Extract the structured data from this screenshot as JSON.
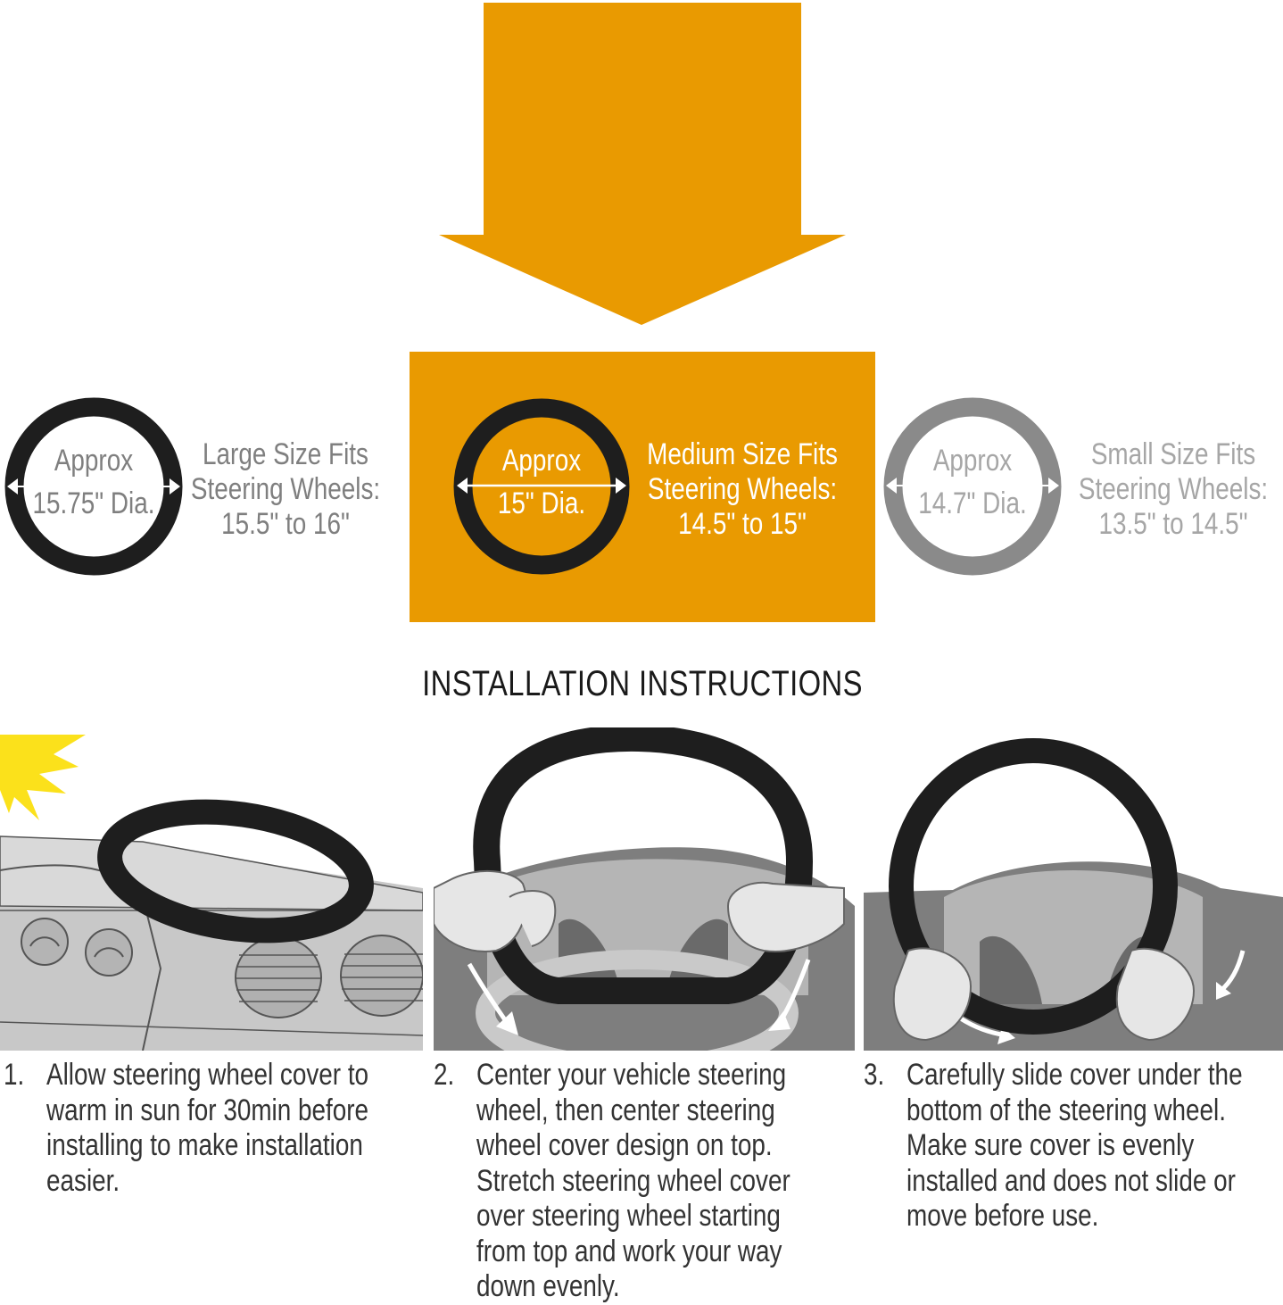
{
  "colors": {
    "accent_orange": "#e99a01",
    "ring_black": "#1e1e1e",
    "ring_gray": "#8a8a8a",
    "label_gray": "#7f7f7f",
    "light_gray_text": "#a6a6a6",
    "sun_yellow": "#fbe11b"
  },
  "sizes": {
    "large": {
      "ring_line1": "Approx",
      "ring_line2": "15.75\" Dia.",
      "fit_lines": [
        "Large Size Fits",
        "Steering Wheels:",
        "15.5\" to 16\""
      ]
    },
    "medium": {
      "ring_line1": "Approx",
      "ring_line2": "15\" Dia.",
      "fit_lines": [
        "Medium Size Fits",
        "Steering Wheels:",
        "14.5\" to 15\""
      ]
    },
    "small": {
      "ring_line1": "Approx",
      "ring_line2": "14.7\" Dia.",
      "fit_lines": [
        "Small Size Fits",
        "Steering Wheels:",
        "13.5\" to 14.5\""
      ]
    }
  },
  "instructions": {
    "title": "INSTALLATION INSTRUCTIONS",
    "steps": [
      {
        "number": "1.",
        "lines": [
          "Allow steering wheel cover to",
          "warm in sun for 30min before",
          "installing to make installation",
          "easier."
        ]
      },
      {
        "number": "2.",
        "lines": [
          "Center your vehicle steering",
          "wheel, then center steering",
          "wheel cover design on top.",
          "Stretch steering wheel cover",
          "over steering wheel starting",
          "from top and work your way",
          "down evenly."
        ]
      },
      {
        "number": "3.",
        "lines": [
          "Carefully slide cover under the",
          "bottom of the steering wheel.",
          "Make sure cover is evenly",
          "installed and does not slide or",
          "move before use."
        ]
      }
    ]
  }
}
